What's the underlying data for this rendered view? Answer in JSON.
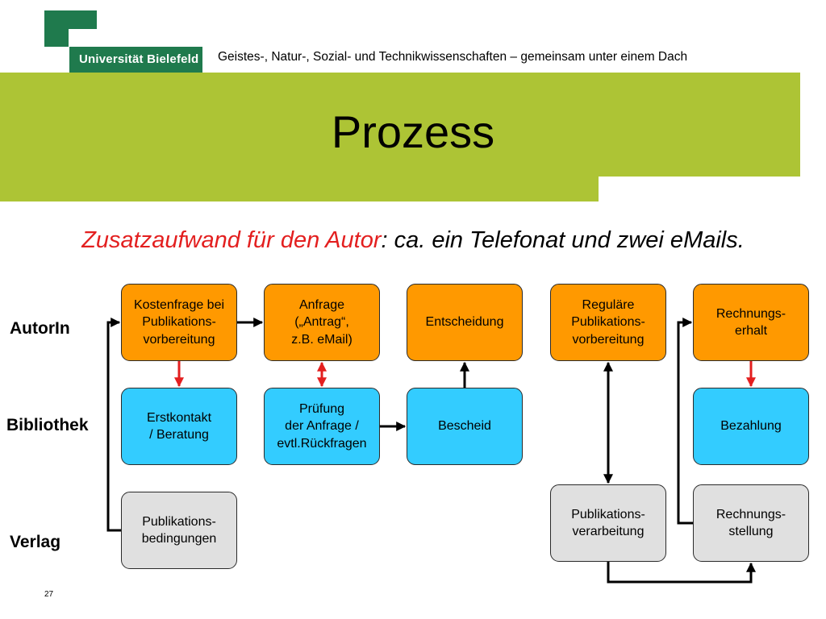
{
  "header": {
    "logo_text": "Universität Bielefeld",
    "tagline": "Geistes-, Natur-, Sozial- und Technikwissenschaften – gemeinsam unter einem Dach",
    "title": "Prozess"
  },
  "subtitle": {
    "red_part": "Zusatzaufwand für den Autor",
    "rest": ": ca. ein Telefonat und zwei eMails."
  },
  "lanes": {
    "autor": "AutorIn",
    "bibliothek": "Bibliothek",
    "verlag": "Verlag"
  },
  "boxes": {
    "kostenfrage": "Kostenfrage bei\nPublikations-\nvorbereitung",
    "anfrage": "Anfrage\n(„Antrag“,\nz.B. eMail)",
    "entscheidung": "Entscheidung",
    "regulaere": "Reguläre\nPublikations-\nvorbereitung",
    "rechnungserhalt": "Rechnungs-\nerhalt",
    "erstkontakt": "Erstkontakt\n/ Beratung",
    "pruefung": "Prüfung\nder Anfrage /\nevtl.Rückfragen",
    "bescheid": "Bescheid",
    "bezahlung": "Bezahlung",
    "publikationsbedingungen": "Publikations-\nbedingungen",
    "publikationsverarbeitung": "Publikations-\nverarbeitung",
    "rechnungsstellung": "Rechnungs-\nstellung"
  },
  "colors": {
    "brand_green": "#1f7a4d",
    "band_green": "#adc435",
    "author_box": "#ff9900",
    "library_box": "#33ccff",
    "publisher_box": "#e0e0e0",
    "highlight_red": "#e31f1f"
  },
  "page_number": "27"
}
